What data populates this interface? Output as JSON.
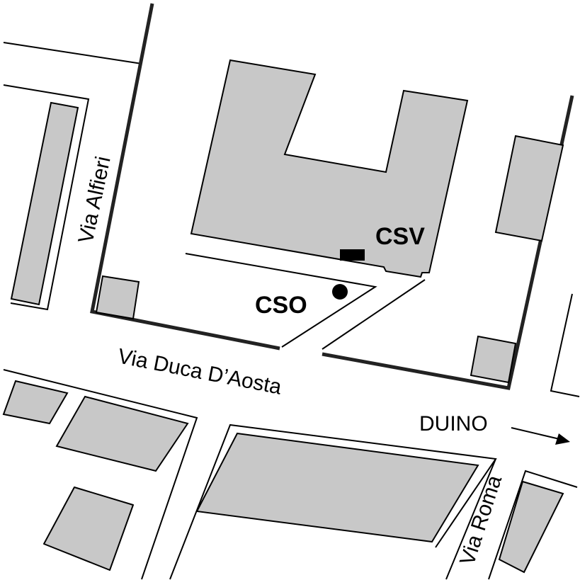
{
  "map": {
    "streets": {
      "via_alfieri": "Via Alfieri",
      "via_duca": "Via Duca D’Aosta",
      "via_roma": "Via Roma"
    },
    "places": {
      "csv": "CSV",
      "cso": "CSO"
    },
    "direction": {
      "label": "DUINO",
      "icon": "arrow-right-icon"
    },
    "colors": {
      "building": "#c8c8c8",
      "line": "#000000"
    }
  }
}
